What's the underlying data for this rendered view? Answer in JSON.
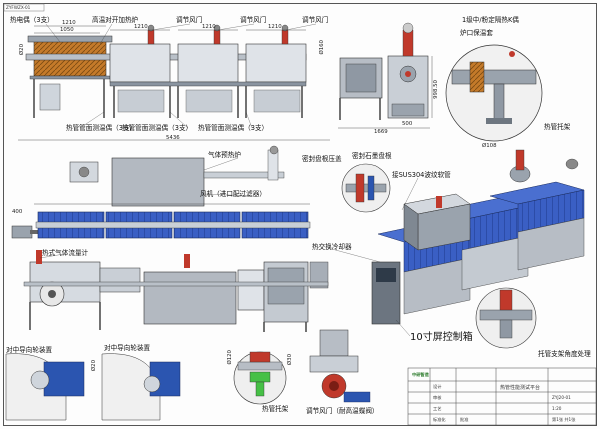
{
  "drawing": {
    "corner_code": "ZYFWZX-01",
    "labels": {
      "thermocouple": "热电偶（3支）",
      "furnace_open": "高温对开加热炉",
      "damper_1": "调节风门",
      "damper_2": "调节风门",
      "damper_3": "调节风门",
      "grade1_insulation": "1级中/粉定隔热K偶",
      "furnace_mouth_insulation": "炉口保温套",
      "pipe_support_1": "热管托架",
      "heatpipe_temp_a": "热管管面测温偶（3支）",
      "heatpipe_temp_b": "热管管面测温偶（3支）",
      "heatpipe_temp_c": "热管管面测温偶（3支）",
      "gas_preheat": "气体预热炉",
      "seal_cover": "密封盘根压盖",
      "seal_packing": "密封石墨盘根",
      "fan": "风机（进口配过滤器）",
      "corrugated": "接SUS304波纹软管",
      "heat_exchanger": "热交换冷却器",
      "flowmeter": "热式气体流量计",
      "guide_wheel_a": "对中导向轮装置",
      "guide_wheel_b": "对中导向轮装置",
      "touchscreen": "10寸屏控制箱",
      "pipe_support_2": "热管托架",
      "damper_detail": "调节风门（耐高温蝶阀）",
      "bracket_rotate": "托管支架角度处理"
    },
    "dims": {
      "d1210a": "1210",
      "d1050": "1050",
      "d1210b": "1210",
      "d1210c": "1210",
      "d1210d": "1210",
      "d5436": "5436",
      "d1669": "1669",
      "d500": "500",
      "d998_50": "998.50",
      "d20": "Ø20",
      "d160": "Ø160",
      "d108": "Ø108",
      "d400": "400",
      "d120": "Ø120",
      "d30": "Ø30",
      "d20b": "Ø20"
    },
    "title_block": {
      "logo": "中研智造",
      "drawing_name": "热管性能测试平台",
      "drawing_no": "ZYJ20-01",
      "rows": [
        "设计",
        "审核",
        "工艺",
        "标准化",
        "批准"
      ],
      "scale": "1:20",
      "sheet": "第1张 共1张"
    }
  }
}
